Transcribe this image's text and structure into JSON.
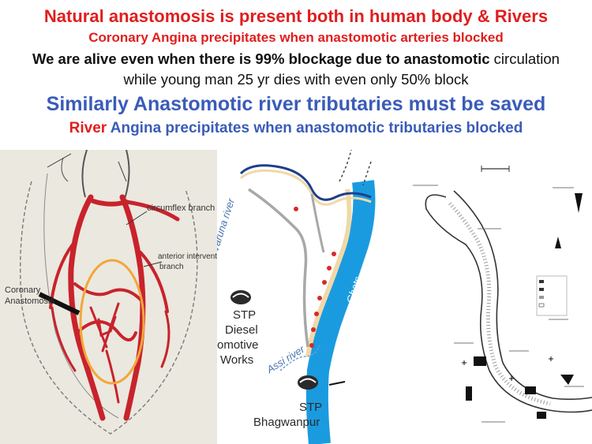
{
  "colors": {
    "red": "#e01e1e",
    "blue": "#3a5bb8",
    "black": "#111111",
    "artery": "#c8232c",
    "ganga": "#1a9be0"
  },
  "header": {
    "line1": "Natural anastomosis is present both in human body & Rivers",
    "line2": "Coronary Angina precipitates when anastomotic arteries blocked",
    "line3_bold": "We are alive even when there is 99% blockage due to anastomotic",
    "line3_rest": " circulation",
    "line4": "while young man 25 yr dies with even only 50% block",
    "line5": "Similarly Anastomotic river tributaries must be saved",
    "line6_river": "River",
    "line6_rest": " Angina precipitates when anastomotic tributaries blocked"
  },
  "heart_diagram": {
    "circumflex": "circumflex branch",
    "anterior_1": "anterior interventricular",
    "anterior_2": "branch",
    "coronary_1": "Coronary",
    "coronary_2": "Anastomosis"
  },
  "river_map": {
    "varuna": "Varuna river",
    "ghats": "Ghats",
    "assi": "Assi river",
    "stp1_1": "STP",
    "stp1_2": "Diesel",
    "stp1_3": "omotive",
    "stp1_4": "Works",
    "stp2_1": "STP",
    "stp2_2": "Bhagwanpur"
  }
}
